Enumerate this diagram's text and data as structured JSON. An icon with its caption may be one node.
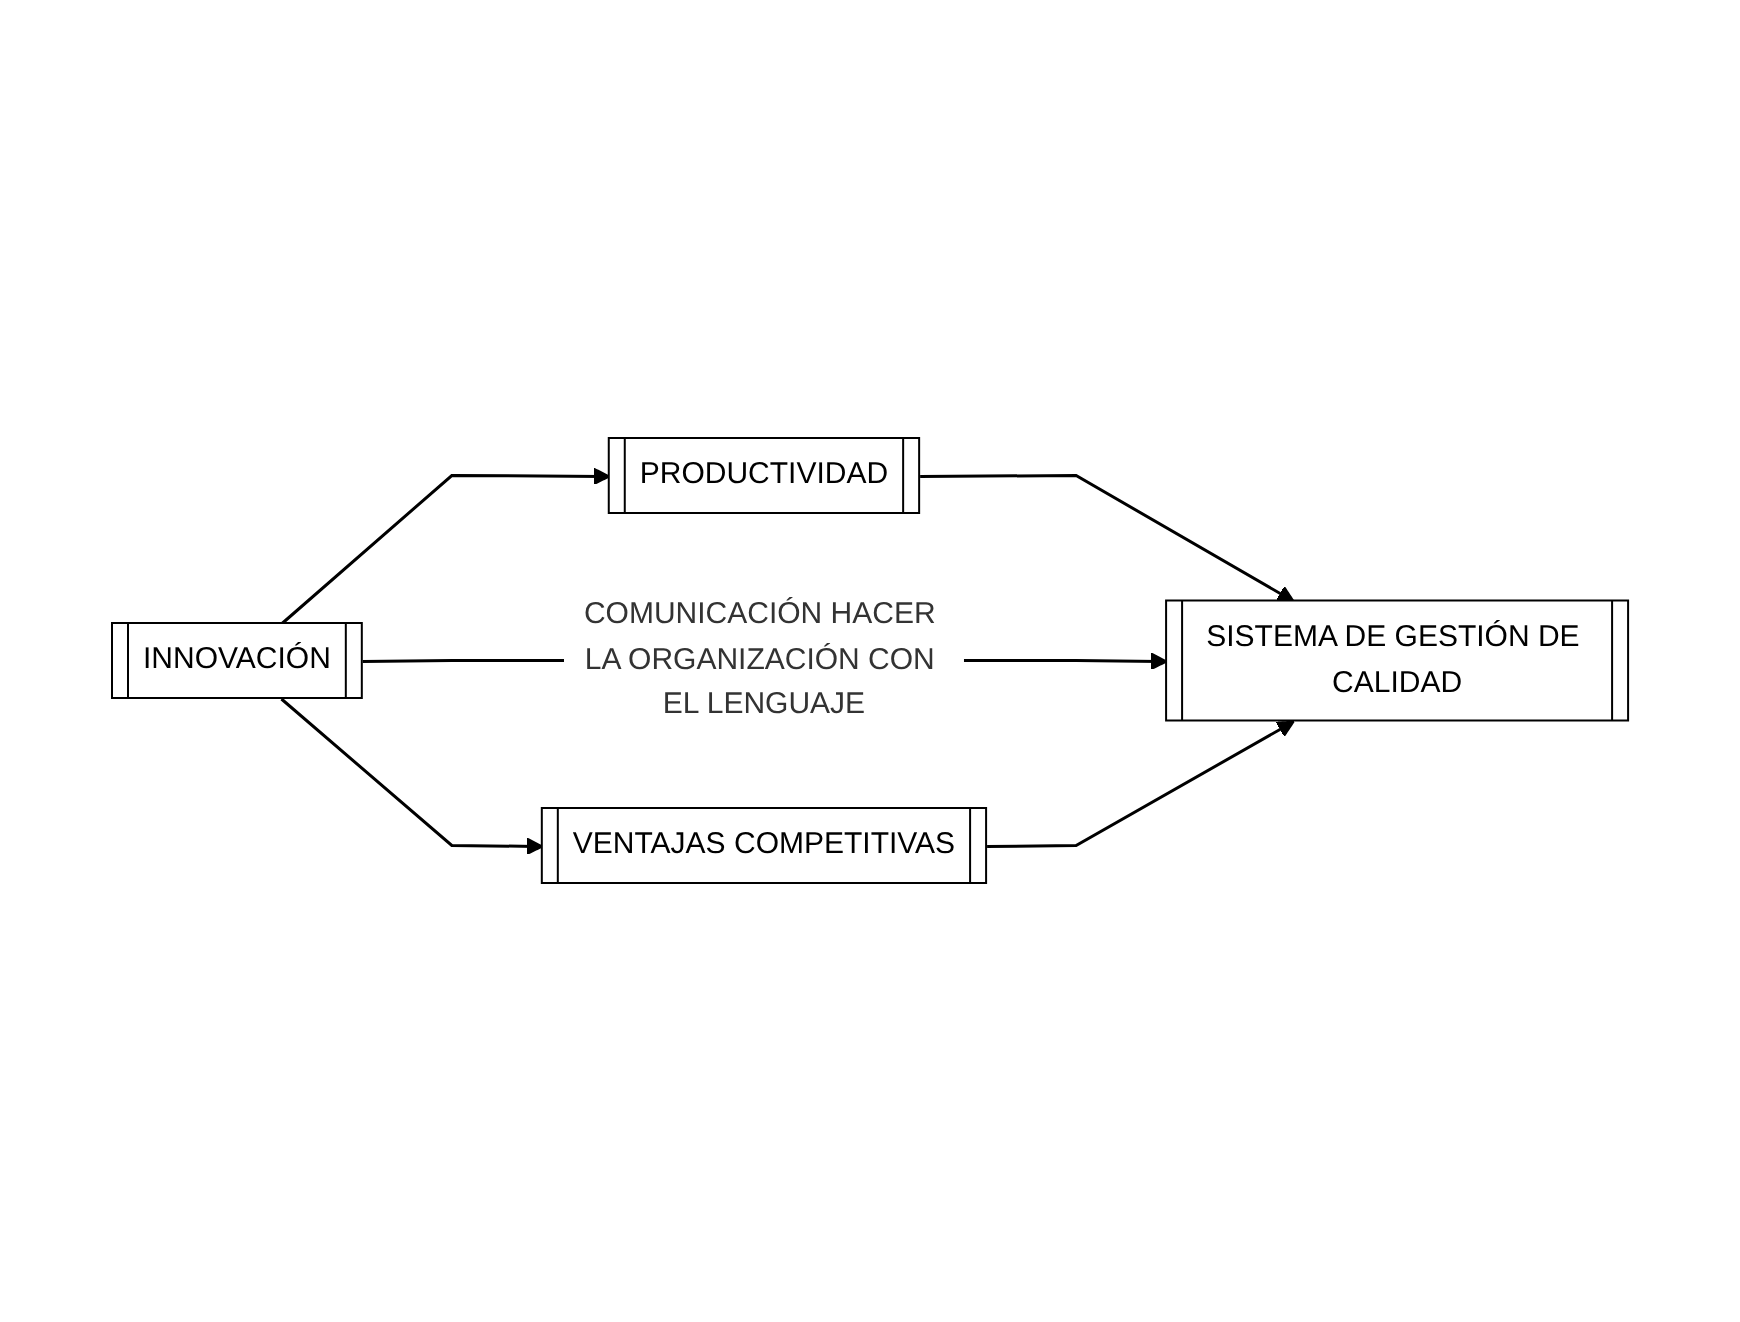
{
  "diagram": {
    "nodes": [
      {
        "text": [
          "INNOVACIÓN"
        ]
      },
      {
        "text": [
          "PRODUCTIVIDAD"
        ]
      },
      {
        "text": [
          "SISTEMA DE GESTIÓN DE CALIDAD"
        ]
      },
      {
        "text": [
          "VENTAJAS COMPETITIVAS"
        ]
      }
    ],
    "edges": [
      {
        "from": 0,
        "to": 1,
        "arrow": "to"
      },
      {
        "from": 1,
        "to": 2,
        "arrow": "to"
      },
      {
        "from": 0,
        "to": 2,
        "arrow": "to",
        "label": "COMUNICACIÓN HACER LA ORGANIZACIÓN CON EL LENGUAJE"
      },
      {
        "from": 0,
        "to": 3,
        "arrow": "to"
      },
      {
        "from": 3,
        "to": 2,
        "arrow": "to"
      }
    ]
  }
}
